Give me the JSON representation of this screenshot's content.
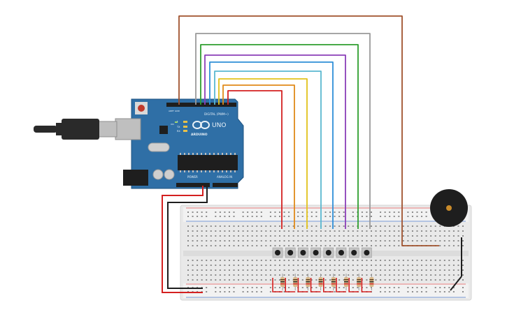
{
  "arduino": {
    "brand": "ARDUINO",
    "model": "UNO",
    "digital_header": "DIGITAL (PWM~)",
    "power_header": "POWER",
    "analog_header": "ANALOG IN",
    "silk_l": "L",
    "silk_tx": "TX",
    "silk_rx": "RX",
    "silk_on": "ON",
    "silk_aref": "AREF",
    "silk_gnd": "GND",
    "colors": {
      "board": "#2f6fa6",
      "board_edge": "#1f5380",
      "silk": "#e8f1f8"
    }
  },
  "breadboard": {
    "colors": {
      "body": "#e9e9e9",
      "edge": "#d4d4d4",
      "rail_red": "#e05050",
      "rail_blue": "#4a78c8"
    }
  },
  "buzzer": {
    "colors": {
      "body": "#1e1e1e",
      "center": "#c98b2a"
    }
  },
  "buttons": {
    "count": 8
  },
  "resistors": {
    "count": 8
  },
  "wires": {
    "colors": [
      "#a0522d",
      "#9a9a9a",
      "#2e9e2e",
      "#8b3fb8",
      "#2f8fd8",
      "#5ab8d0",
      "#e2c21a",
      "#e08a1a",
      "#d42020"
    ],
    "names": [
      "brown",
      "gray",
      "green",
      "purple",
      "blue",
      "cyan",
      "yellow",
      "orange",
      "red"
    ],
    "power_5v": "#d42020",
    "ground": "#1e1e1e"
  },
  "usb_cable": {
    "colors": {
      "plug": "#2a2a2a",
      "metal": "#bfbfbf"
    }
  }
}
